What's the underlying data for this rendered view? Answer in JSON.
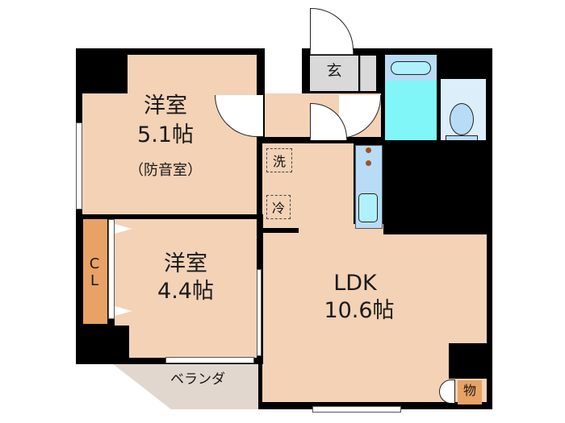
{
  "floorplan": {
    "rooms": [
      {
        "id": "western-room-1",
        "name": "洋室",
        "size": "5.1帖",
        "note": "（防音室）"
      },
      {
        "id": "western-room-2",
        "name": "洋室",
        "size": "4.4帖"
      },
      {
        "id": "ldk",
        "name": "LDK",
        "size": "10.6帖"
      },
      {
        "id": "entrance",
        "name": "玄"
      },
      {
        "id": "closet",
        "name": "CL"
      },
      {
        "id": "storage",
        "name": "物"
      },
      {
        "id": "balcony",
        "name": "ベランダ"
      }
    ],
    "fixtures": {
      "washer": "洗",
      "fridge": "冷"
    },
    "colors": {
      "room": "#f3d2b6",
      "wall": "#000000",
      "entrance": "#d9d9d9",
      "closet": "#e8a265",
      "balcony": "#e2d7cf",
      "bathroom_cyan": "#80f6f9",
      "bathroom_light": "#dbeefa",
      "fixture_blue": "#b8dcf6"
    }
  }
}
